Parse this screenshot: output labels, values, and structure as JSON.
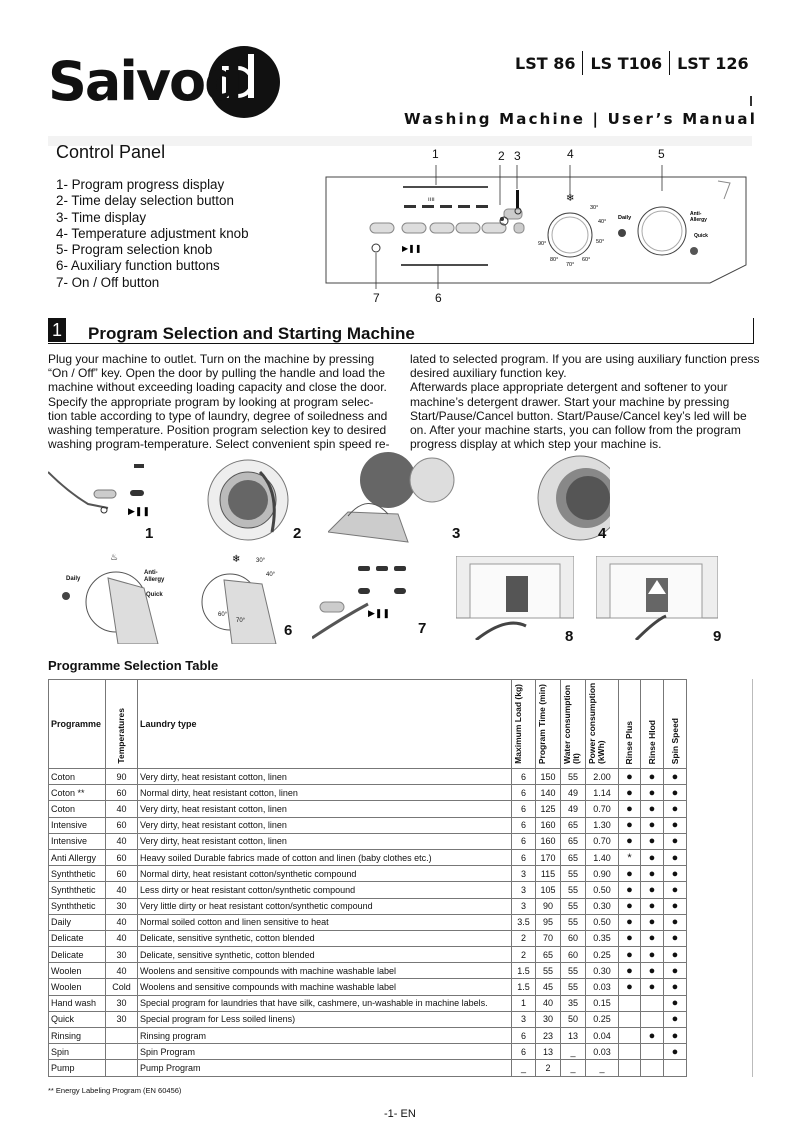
{
  "header": {
    "brand": "Saivod",
    "models": [
      "LST 86",
      "LS T106",
      "LST 126"
    ],
    "subtitle": "Washing Machine  |  User’s Manual"
  },
  "control_panel": {
    "title": "Control Panel",
    "items": [
      "1- Program progress display",
      "2- Time delay selection button",
      "3- Time display",
      "4- Temperature adjustment knob",
      "5- Program selection knob",
      "6- Auxiliary function buttons",
      "7- On / Off button"
    ],
    "callouts": {
      "n1": "1",
      "n2": "2",
      "n3": "3",
      "n4": "4",
      "n5": "5",
      "n6": "6",
      "n7": "7"
    },
    "knob_labels": {
      "daily": "Daily",
      "anti_allergy": "Anti-\nAllergy",
      "quick": "Quick",
      "t30": "30°",
      "t40": "40°",
      "t60": "60°",
      "t90": "90°",
      "cold": "❄"
    }
  },
  "section1": {
    "number": "1",
    "title": "Program Selection and Starting Machine",
    "left_lines": [
      "Plug your machine to outlet. Turn on the machine by pressing",
      "“On / Off” key. Open the door by pulling the handle and load the",
      "machine without exceeding loading capacity and close the door.",
      "Specify the appropriate program by looking at program selec-",
      "tion table according to type of laundry, degree of soiledness and",
      "washing temperature. Position program selection key to desired",
      "washing program-temperature.  Select convenient spin speed re-"
    ],
    "right_lines": [
      "lated to selected program. If you are using auxiliary function press",
      "desired auxiliary function key.",
      "Afterwards place appropriate detergent and softener to your",
      "machine’s detergent drawer. Start your machine by pressing",
      "Start/Pause/Cancel button. Start/Pause/Cancel key’s led will be",
      "on. After your machine starts, you can follow from the program",
      "progress display at which step your machine is."
    ],
    "steps": [
      "1",
      "2",
      "3",
      "4",
      "6",
      "7",
      "8",
      "9"
    ],
    "step_labels": {
      "daily": "Daily",
      "anti": "Anti-",
      "allergy": "Allergy",
      "quick": "Quick",
      "d30": "30°",
      "d40": "40°",
      "d60": "60°",
      "d70": "70°"
    }
  },
  "table": {
    "title": "Programme Selection Table",
    "headers": {
      "programme": "Programme",
      "temperatures": "Temperatures",
      "laundry": "Laundry type",
      "load": "Maximum Load (kg)",
      "time": "Program Time (min)",
      "water": "Water consumption (lt)",
      "power": "Power consumption (kWh)",
      "rinse_plus": "Rinse Plus",
      "rinse_hold": "Rinse Hlod",
      "spin": "Spin Speed"
    },
    "rows": [
      [
        "Coton",
        "90",
        "Very dirty, heat resistant cotton, linen",
        "6",
        "150",
        "55",
        "2.00",
        "●",
        "●",
        "●"
      ],
      [
        "Coton **",
        "60",
        "Normal dirty, heat resistant cotton, linen",
        "6",
        "140",
        "49",
        "1.14",
        "●",
        "●",
        "●"
      ],
      [
        "Coton",
        "40",
        "Very dirty, heat resistant cotton, linen",
        "6",
        "125",
        "49",
        "0.70",
        "●",
        "●",
        "●"
      ],
      [
        "Intensive",
        "60",
        "Very dirty, heat resistant cotton, linen",
        "6",
        "160",
        "65",
        "1.30",
        "●",
        "●",
        "●"
      ],
      [
        "Intensive",
        "40",
        "Very dirty, heat resistant cotton, linen",
        "6",
        "160",
        "65",
        "0.70",
        "●",
        "●",
        "●"
      ],
      [
        "Anti Allergy",
        "60",
        "Heavy soiled Durable fabrics made of cotton and linen (baby clothes etc.)",
        "6",
        "170",
        "65",
        "1.40",
        "*",
        "●",
        "●"
      ],
      [
        "Synththetic",
        "60",
        "Normal dirty, heat resistant cotton/synthetic compound",
        "3",
        "115",
        "55",
        "0.90",
        "●",
        "●",
        "●"
      ],
      [
        "Synththetic",
        "40",
        "Less dirty or heat resistant cotton/synthetic compound",
        "3",
        "105",
        "55",
        "0.50",
        "●",
        "●",
        "●"
      ],
      [
        "Synththetic",
        "30",
        "Very little dirty or heat resistant cotton/synthetic compound",
        "3",
        "90",
        "55",
        "0.30",
        "●",
        "●",
        "●"
      ],
      [
        "Daily",
        "40",
        "Normal soiled cotton and linen sensitive to heat",
        "3.5",
        "95",
        "55",
        "0.50",
        "●",
        "●",
        "●"
      ],
      [
        "Delicate",
        "40",
        "Delicate, sensitive synthetic, cotton blended",
        "2",
        "70",
        "60",
        "0.35",
        "●",
        "●",
        "●"
      ],
      [
        "Delicate",
        "30",
        "Delicate, sensitive synthetic, cotton blended",
        "2",
        "65",
        "60",
        "0.25",
        "●",
        "●",
        "●"
      ],
      [
        "Woolen",
        "40",
        "Woolens and sensitive compounds with machine washable label",
        "1.5",
        "55",
        "55",
        "0.30",
        "●",
        "●",
        "●"
      ],
      [
        "Woolen",
        "Cold",
        "Woolens and sensitive compounds with machine washable label",
        "1.5",
        "45",
        "55",
        "0.03",
        "●",
        "●",
        "●"
      ],
      [
        "Hand wash",
        "30",
        "Special program for laundries that have silk, cashmere, un-washable in machine labels.",
        "1",
        "40",
        "35",
        "0.15",
        "",
        "",
        "●"
      ],
      [
        "Quick",
        "30",
        "Special program for Less soiled linens)",
        "3",
        "30",
        "50",
        "0.25",
        "",
        "",
        "●"
      ],
      [
        "Rinsing",
        "",
        "Rinsing program",
        "6",
        "23",
        "13",
        "0.04",
        "",
        "●",
        "●"
      ],
      [
        "Spin",
        "",
        "Spin Program",
        "6",
        "13",
        "_",
        "0.03",
        "",
        "",
        "●"
      ],
      [
        "Pump",
        "",
        "Pump Program",
        "_",
        "2",
        "_",
        "_",
        "",
        "",
        ""
      ]
    ],
    "footnote": "**  Energy Labeling Program (EN 60456)"
  },
  "page_number": "-1- EN"
}
